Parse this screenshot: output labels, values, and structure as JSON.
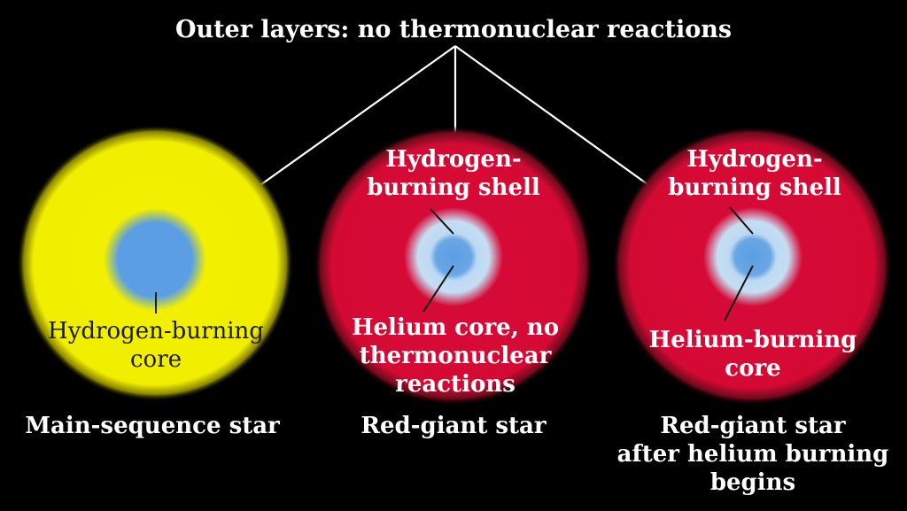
{
  "title": "Outer layers: no thermonuclear reactions",
  "stars": [
    {
      "caption": "Main-sequence star",
      "core_label": [
        "Hydrogen-burning",
        "core"
      ],
      "body_color": "#f1ee00",
      "core_color": "#5b9ee3"
    },
    {
      "caption": "Red-giant star",
      "shell_label": [
        "Hydrogen-",
        "burning shell"
      ],
      "core_label": [
        "Helium core, no",
        "thermonuclear",
        "reactions"
      ],
      "body_color": "#d80a36",
      "shell_color": "#bcd9f4",
      "core_color": "#5b9ee3"
    },
    {
      "caption": [
        "Red-giant star",
        "after helium burning",
        "begins"
      ],
      "shell_label": [
        "Hydrogen-",
        "burning shell"
      ],
      "core_label": [
        "Helium-burning",
        "core"
      ],
      "body_color": "#d80a36",
      "shell_color": "#bcd9f4",
      "core_color": "#5b9ee3"
    }
  ]
}
